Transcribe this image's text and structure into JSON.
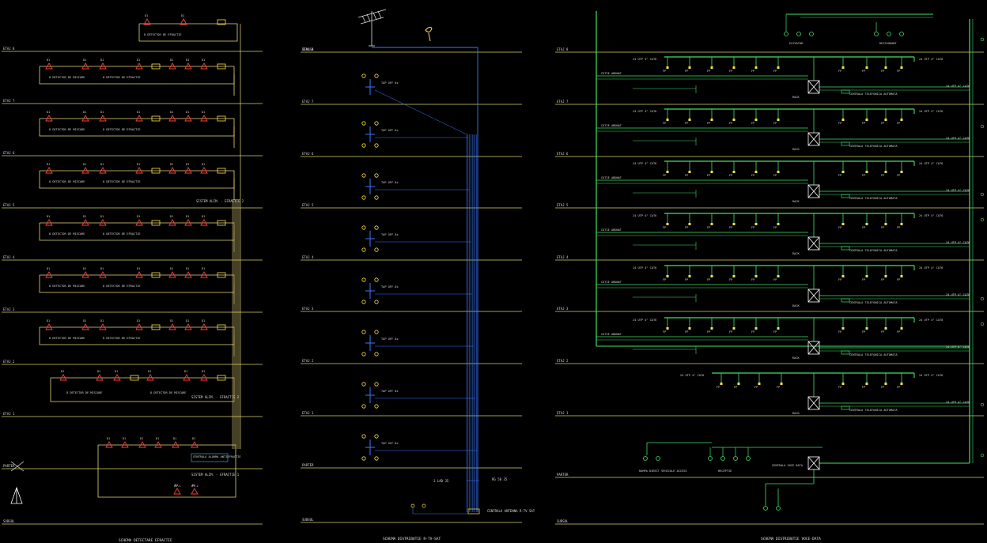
{
  "levels": [
    {
      "label": "ETAJ 8"
    },
    {
      "label": "ETAJ 7"
    },
    {
      "label": "ETAJ 6"
    },
    {
      "label": "ETAJ 5"
    },
    {
      "label": "ETAJ 4"
    },
    {
      "label": "ETAJ 3"
    },
    {
      "label": "ETAJ 2"
    },
    {
      "label": "ETAJ 1"
    },
    {
      "label": "PARTER"
    },
    {
      "label": "SUBSOL"
    }
  ],
  "left_panel": {
    "title": "SCHEMA DETECTARE EFRACTIE",
    "group_label_a": "8 DETECTOR DE MISCARE",
    "group_label_b": "8 DETECTOR DE EFRACTIE",
    "zone_label_1": "CENTRALA ALARMA ANTIEFRACTIE",
    "zone_label_2": "SISTEM ALIM. - EFRACTIE 2",
    "zone_label_3": "SISTEM ALIM. - EFRACTIE 1",
    "tag_a": "D1.1",
    "tag_b": "D1.2"
  },
  "middle_panel": {
    "title": "SCHEMA DISTRIBUTIE R-TV-SAT",
    "top_label": "TERASA",
    "splitter_label": "TAP OFF 8x",
    "riser_label": "1 LAD 35",
    "cable_label": "RG 58 35",
    "central_label": "CENTRALA ANTENNA R-TV-SAT"
  },
  "right_panel": {
    "title": "SCHEMA DISTRIBUTIE VOCE-DATA",
    "top_left_label": "ELEVATOR",
    "top_right_label": "RESTAURANT",
    "rack_label": "RACK",
    "phone_label": "CENTRALA TELEFONICA AUTOMATA",
    "utp_label": "24 UTP 4\" CAT6",
    "box_label": "CUTIE ABONAT",
    "bottom_left_label": "RAMPA DIRECT VEHICULE ACCESS",
    "bottom_mid_label": "RECEPTIE",
    "central_label": "CENTRALA VOCE DATA"
  }
}
